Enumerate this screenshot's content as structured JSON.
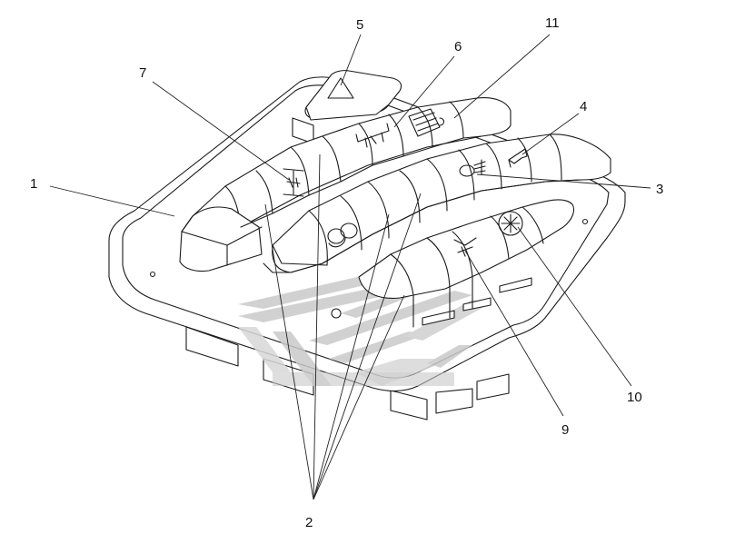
{
  "callouts": [
    {
      "id": "1",
      "label": "1"
    },
    {
      "id": "2",
      "label": "2"
    },
    {
      "id": "3",
      "label": "3"
    },
    {
      "id": "4",
      "label": "4"
    },
    {
      "id": "5",
      "label": "5"
    },
    {
      "id": "6",
      "label": "6"
    },
    {
      "id": "7",
      "label": "7"
    },
    {
      "id": "9",
      "label": "9"
    },
    {
      "id": "10",
      "label": "10"
    },
    {
      "id": "11",
      "label": "11"
    }
  ],
  "icons": {
    "hazard": "hazard-warning-triangle-icon",
    "diff_lock_1": "differential-lock-icon",
    "diff_lock_2": "differential-lock-icon",
    "diff_lock_3": "differential-lock-icon",
    "heater": "rear-window-heater-icon",
    "fog_light": "fog-light-icon",
    "horn": "horn-icon",
    "light_loops": "light-switch-icon",
    "axle_lock": "axle-lock-icon"
  },
  "colors": {
    "line": "#1a1a1a",
    "fill": "#ffffff",
    "watermark": "#c9c9c9"
  }
}
